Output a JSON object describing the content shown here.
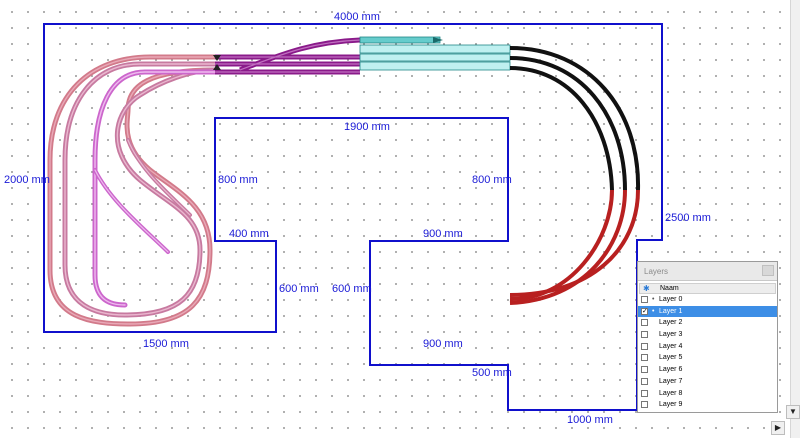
{
  "canvas": {
    "dimensions": {
      "top": "4000 mm",
      "left": "2000 mm",
      "inner_top": "1900 mm",
      "inner_left": "800 mm",
      "inner_right": "800 mm",
      "notch_top_left": "400 mm",
      "notch_top_right": "900 mm",
      "right": "2500 mm",
      "notch_left": "600 mm",
      "notch_right": "600 mm",
      "bottom_left": "1500 mm",
      "bottom_mid": "900 mm",
      "step_right": "500 mm",
      "bottom_right": "1000 mm"
    },
    "colors": {
      "outline": "#1010cc",
      "dimension_text": "#1a1ad6",
      "track_pink": "#d27a8a",
      "track_violet": "#cc66cc",
      "track_purple": "#8a1a8a",
      "track_cyan": "#55c8c8",
      "track_black": "#111111",
      "track_red": "#b82020"
    }
  },
  "layers_panel": {
    "title": "Layers",
    "column_icon": "eye-icon",
    "column_header": "Naam",
    "layers": [
      {
        "name": "Layer 0",
        "checked": false,
        "active": true,
        "selected": false
      },
      {
        "name": "Layer 1",
        "checked": true,
        "active": true,
        "selected": true
      },
      {
        "name": "Layer 2",
        "checked": false,
        "active": false,
        "selected": false
      },
      {
        "name": "Layer 3",
        "checked": false,
        "active": false,
        "selected": false
      },
      {
        "name": "Layer 4",
        "checked": false,
        "active": false,
        "selected": false
      },
      {
        "name": "Layer 5",
        "checked": false,
        "active": false,
        "selected": false
      },
      {
        "name": "Layer 6",
        "checked": false,
        "active": false,
        "selected": false
      },
      {
        "name": "Layer 7",
        "checked": false,
        "active": false,
        "selected": false
      },
      {
        "name": "Layer 8",
        "checked": false,
        "active": false,
        "selected": false
      },
      {
        "name": "Layer 9",
        "checked": false,
        "active": false,
        "selected": false
      }
    ]
  },
  "scrollbar": {
    "down_arrow_icon": "triangle-down-icon",
    "right_arrow_icon": "triangle-right-icon"
  }
}
